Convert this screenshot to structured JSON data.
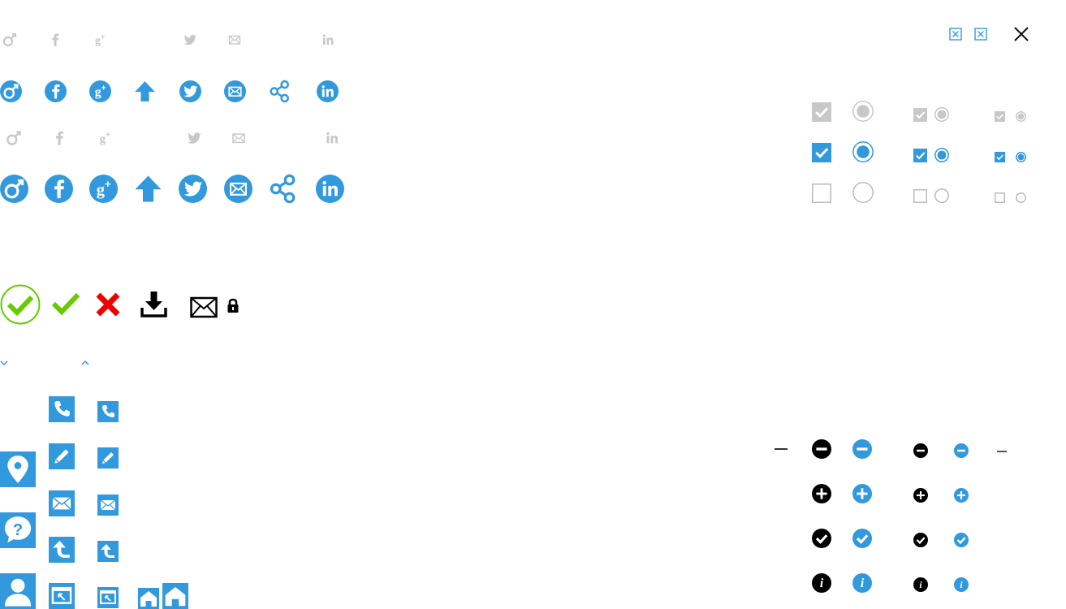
{
  "colors": {
    "blue": "#3399dd",
    "grey": "#c8c8c8",
    "dark": "#000000",
    "green": "#66cc00",
    "red": "#ee0000"
  },
  "social_rows": [
    {
      "style": "outline-small",
      "icons": [
        "female-icon",
        "facebook-icon",
        "google-plus-icon",
        "",
        "twitter-icon",
        "email-icon",
        "",
        "linkedin-icon"
      ]
    },
    {
      "style": "filled-small",
      "icons": [
        "female-icon",
        "facebook-icon",
        "google-plus-icon",
        "up-arrow-icon",
        "twitter-icon",
        "email-icon",
        "share-icon",
        "linkedin-icon"
      ]
    },
    {
      "style": "outline-large",
      "icons": [
        "female-icon",
        "facebook-icon",
        "google-plus-icon",
        "",
        "twitter-icon",
        "email-icon",
        "",
        "linkedin-icon"
      ]
    },
    {
      "style": "filled-large",
      "icons": [
        "female-icon",
        "facebook-icon",
        "google-plus-icon",
        "up-arrow-icon",
        "twitter-icon",
        "email-icon",
        "share-icon",
        "linkedin-icon"
      ]
    }
  ],
  "status_icons": [
    "check-circle-icon",
    "check-icon",
    "cross-icon",
    "download-icon",
    "envelope-icon",
    "lock-icon"
  ],
  "chevrons": [
    "chevron-down-icon",
    "chevron-up-icon"
  ],
  "close_icons": [
    "close-box-icon",
    "close-box-icon",
    "close-icon"
  ],
  "form_controls": {
    "states": [
      "disabled-checked",
      "checked",
      "unchecked"
    ],
    "sizes": [
      "large",
      "medium",
      "small"
    ]
  },
  "blue_tiles": {
    "left": [
      "location-pin-icon",
      "help-bubble-icon",
      "user-icon"
    ],
    "large": [
      "phone-icon",
      "pencil-icon",
      "mail-icon",
      "reply-icon",
      "window-icon"
    ],
    "small": [
      "phone-icon",
      "pencil-icon",
      "mail-icon",
      "reply-icon",
      "window-icon"
    ],
    "home": [
      "home-icon",
      "home-icon"
    ]
  },
  "round_buttons": [
    "minus-icon",
    "plus-icon",
    "check-icon",
    "info-icon"
  ]
}
